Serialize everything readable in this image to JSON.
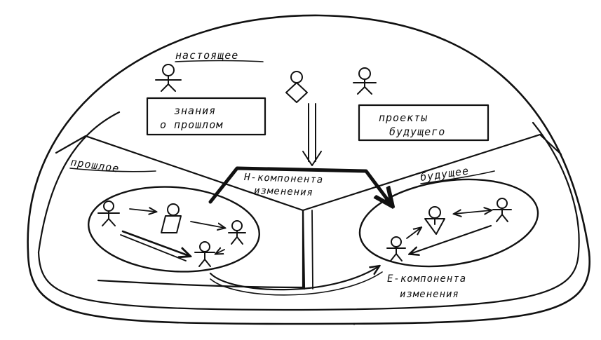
{
  "labels": {
    "present": "настоящее",
    "past": "прошлое",
    "future": "будущее",
    "knowledge": [
      "знания",
      "о прошлом"
    ],
    "projects": [
      "проекты",
      "будущего"
    ],
    "h_component": [
      "Н-компонента",
      "изменения"
    ],
    "e_component": [
      "Е-компонента",
      "изменения"
    ]
  }
}
